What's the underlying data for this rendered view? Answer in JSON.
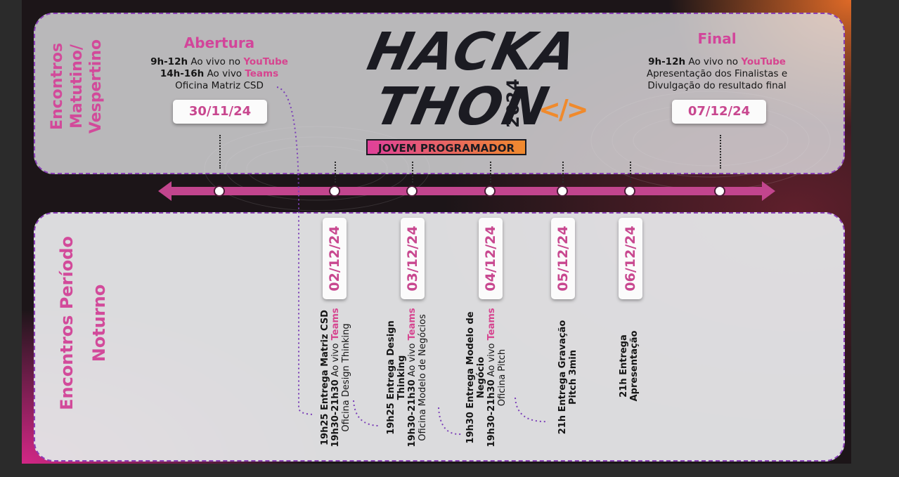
{
  "colors": {
    "accent_pink": "#d6448f",
    "timeline_bar": "#c2458e",
    "logo_orange": "#f08a2c",
    "dark": "#1b1b22"
  },
  "top_panel": {
    "side_label_line1": "Encontros",
    "side_label_line2": "Matutino/",
    "side_label_line3": "Vespertino",
    "abertura": {
      "title": "Abertura",
      "line1_time": "9h-12h",
      "line1_text": " Ao vivo no ",
      "line1_platform": "YouTube",
      "line2_time": "14h-16h",
      "line2_text": " Ao vivo ",
      "line2_platform": "Teams",
      "line3": "Oficina Matriz CSD",
      "date": "30/11/24"
    },
    "final": {
      "title": "Final",
      "line1_time": "9h-12h",
      "line1_text": " Ao vivo no ",
      "line1_platform": "YouTube",
      "line2": "Apresentação dos Finalistas e",
      "line3": "Divulgação do resultado final",
      "date": "07/12/24"
    }
  },
  "logo": {
    "line1": "HACKA",
    "line2": "THON",
    "year": "2024",
    "code_symbol": "</>",
    "banner": "JOVEM PROGRAMADOR"
  },
  "bottom_panel": {
    "side_label_line1": "Encontros Período",
    "side_label_line2": "Noturno",
    "days": [
      {
        "date": "02/12/24",
        "l1": "19h25 Entrega Matriz CSD",
        "l2_time": "19h30-21h30",
        "l2_text": " Ao vivo ",
        "l2_platform": "Teams",
        "l3": "Oficina Design Thinking"
      },
      {
        "date": "03/12/24",
        "l1a": "19h25 Entrega Design",
        "l1b": "Thinking",
        "l2_time": "19h30-21h30",
        "l2_text": " Ao vivo ",
        "l2_platform": "Teams",
        "l3": "Oficina Modelo de Negócios"
      },
      {
        "date": "04/12/24",
        "l1a": "19h30 Entrega Modelo de",
        "l1b": "Negócio",
        "l2_time": "19h30-21h30",
        "l2_text": " Ao vivo ",
        "l2_platform": "Teams",
        "l3": "Oficina Pitch"
      },
      {
        "date": "05/12/24",
        "l1a": "21h Entrega Gravação",
        "l1b": "Pitch 3min"
      },
      {
        "date": "06/12/24",
        "l1a": "21h Entrega",
        "l1b": "Apresentação"
      }
    ]
  }
}
